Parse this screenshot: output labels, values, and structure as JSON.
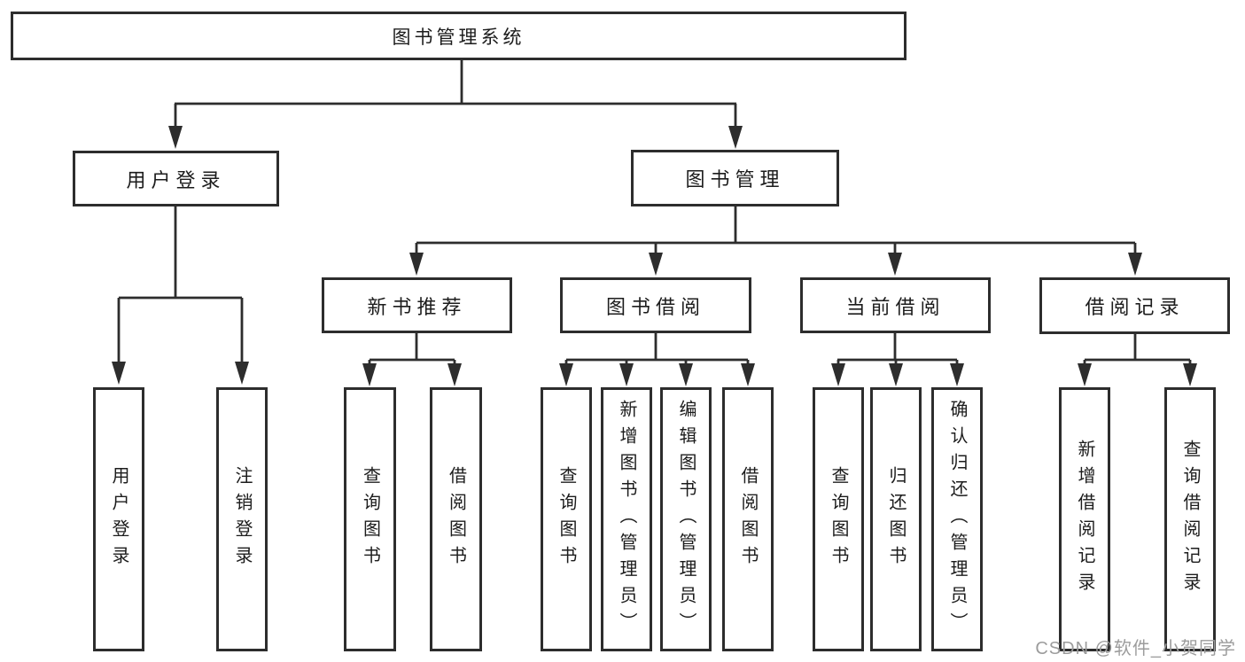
{
  "diagram": {
    "root": {
      "label": "图书管理系统"
    },
    "branches": [
      {
        "label": "用户登录",
        "children": [
          "用户登录",
          "注销登录"
        ]
      },
      {
        "label": "图书管理",
        "groups": [
          {
            "label": "新书推荐",
            "children": [
              "查询图书",
              "借阅图书"
            ]
          },
          {
            "label": "图书借阅",
            "children": [
              "查询图书",
              "新增图书（管理员）",
              "编辑图书（管理员）",
              "借阅图书"
            ]
          },
          {
            "label": "当前借阅",
            "children": [
              "查询图书",
              "归还图书",
              "确认归还（管理员）"
            ]
          },
          {
            "label": "借阅记录",
            "children": [
              "新增借阅记录",
              "查询借阅记录"
            ]
          }
        ]
      }
    ],
    "watermark": "CSDN @软件_小贺同学",
    "colors": {
      "line": "#2d2d2d",
      "text": "#1c1c1c",
      "watermark": "#9c9c9c",
      "background": "#ffffff"
    }
  }
}
